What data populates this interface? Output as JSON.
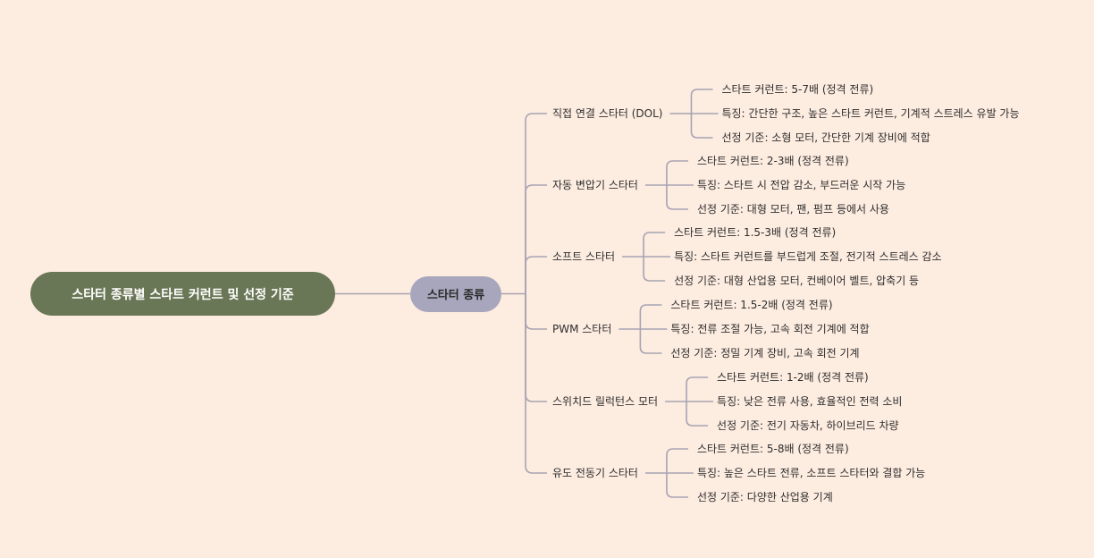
{
  "root": {
    "label": "스타터 종류별 스타트 커런트 및 선정 기준"
  },
  "hub": {
    "label": "스타터 종류"
  },
  "branches": [
    {
      "label": "직접 연결 스타터 (DOL)",
      "details": [
        "스타트 커런트: 5-7배 (정격 전류)",
        "특징: 간단한 구조, 높은 스타트 커런트, 기계적 스트레스 유발 가능",
        "선정 기준: 소형 모터, 간단한 기계 장비에 적합"
      ]
    },
    {
      "label": "자동 변압기 스타터",
      "details": [
        "스타트 커런트: 2-3배 (정격 전류)",
        "특징: 스타트 시 전압 감소, 부드러운 시작 가능",
        "선정 기준: 대형 모터, 팬, 펌프 등에서 사용"
      ]
    },
    {
      "label": "소프트 스타터",
      "details": [
        "스타트 커런트: 1.5-3배 (정격 전류)",
        "특징: 스타트 커런트를 부드럽게 조절, 전기적 스트레스 감소",
        "선정 기준: 대형 산업용 모터, 컨베이어 벨트, 압축기 등"
      ]
    },
    {
      "label": "PWM 스타터",
      "details": [
        "스타트 커런트: 1.5-2배 (정격 전류)",
        "특징: 전류 조절 가능, 고속 회전 기계에 적합",
        "선정 기준: 정밀 기계 장비, 고속 회전 기계"
      ]
    },
    {
      "label": "스위치드 릴럭턴스 모터",
      "details": [
        "스타트 커런트: 1-2배 (정격 전류)",
        "특징: 낮은 전류 사용, 효율적인 전력 소비",
        "선정 기준: 전기 자동차, 하이브리드 차량"
      ]
    },
    {
      "label": "유도 전동기 스타터",
      "details": [
        "스타트 커런트: 5-8배 (정격 전류)",
        "특징: 높은 스타트 전류, 소프트 스타터와 결합 가능",
        "선정 기준: 다양한 산업용 기계"
      ]
    }
  ]
}
